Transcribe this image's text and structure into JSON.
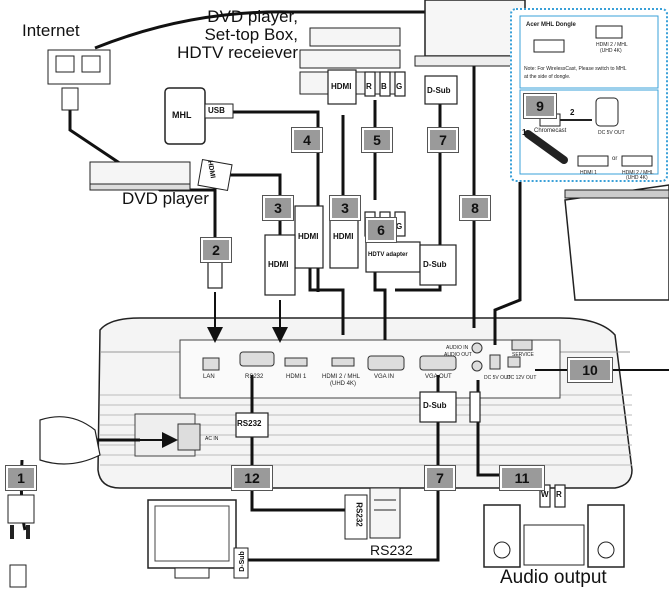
{
  "labels": {
    "internet": "Internet",
    "dvd_top_line1": "DVD player,",
    "dvd_top_line2": "Set-top Box,",
    "dvd_top_line3": "HDTV receiever",
    "dvd_player": "DVD player",
    "audio_output": "Audio output",
    "rs232_bottom": "RS232",
    "mhl_phone": "MHL",
    "usb": "USB",
    "hdmi": "HDMI",
    "dsub": "D-Sub",
    "rs232": "RS232",
    "hdtv_adapter": "HDTV adapter",
    "rbg": [
      "R",
      "B",
      "G"
    ],
    "wr": [
      "W",
      "R"
    ],
    "acin": "AC IN"
  },
  "cable_numbers": [
    "1",
    "2",
    "3",
    "3",
    "4",
    "5",
    "6",
    "7",
    "7",
    "8",
    "9",
    "10",
    "11",
    "12"
  ],
  "panel_ports": {
    "lan": "LAN",
    "rs232": "RS232",
    "hdmi1": "HDMI 1",
    "hdmi2": "HDMI 2 / MHL",
    "hdmi2_sub": "(UHD 4K)",
    "vga_in": "VGA IN",
    "vga_out": "VGA OUT",
    "audio_in": "AUDIO IN",
    "audio_out": "AUDIO OUT",
    "dc5v": "DC 5V OUT",
    "dc12v": "DC 12V OUT",
    "service": "SERVICE"
  },
  "inset": {
    "title": "Acer MHL Dongle",
    "hdmi_label": "HDMI 2 / MHL",
    "hdmi_sub": "(UHD 4K)",
    "note_line1": "Note:  For WirelessCast, Please switch to MHL",
    "note_line2": "at the side of dongle.",
    "step9": "9",
    "step1": "1",
    "step2": "2",
    "chromecast": "Chromecast",
    "dc5v": "DC 5V OUT",
    "or": "or",
    "hdmi1": "HDMI 1",
    "hdmi2": "HDMI 2 / MHL",
    "hdmi2_sub": "(UHD 4K)"
  },
  "colors": {
    "line": "#111111",
    "badge": "#9a9a9a",
    "inset_border": "#3aa0d8",
    "device": "#f2f2f2"
  }
}
